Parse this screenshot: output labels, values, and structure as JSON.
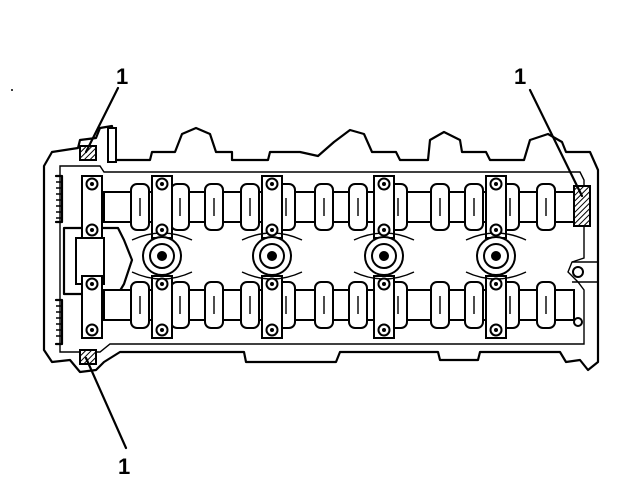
{
  "callouts": [
    {
      "id": "top-left",
      "label": "1"
    },
    {
      "id": "top-right",
      "label": "1"
    },
    {
      "id": "bottom-left",
      "label": "1"
    }
  ],
  "colors": {
    "line": "#000000",
    "background": "#ffffff"
  }
}
